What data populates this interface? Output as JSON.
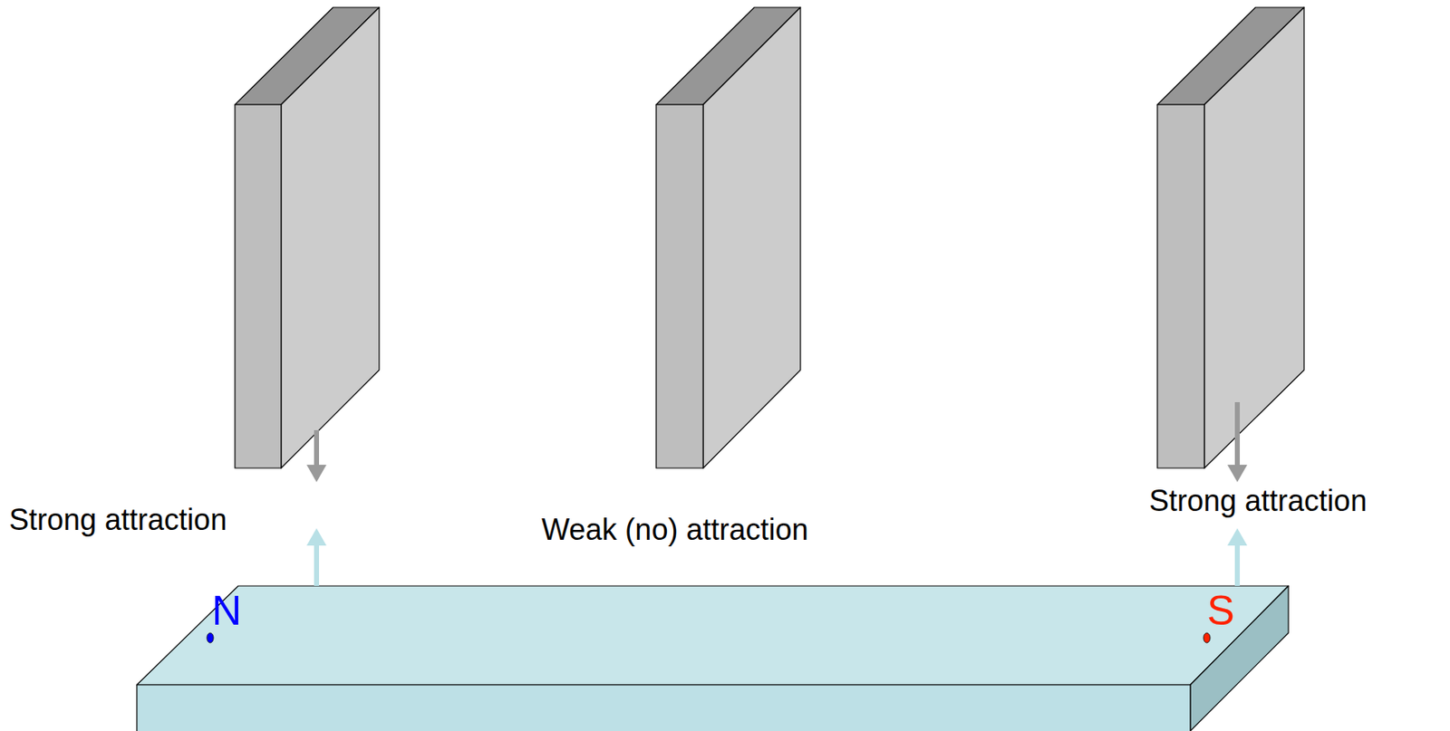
{
  "diagram": {
    "nodes": [
      {
        "text": [
          "N",
          "S"
        ]
      }
    ],
    "labels": [
      "Strong attraction",
      "Weak (no) attraction",
      "Strong attraction"
    ]
  }
}
